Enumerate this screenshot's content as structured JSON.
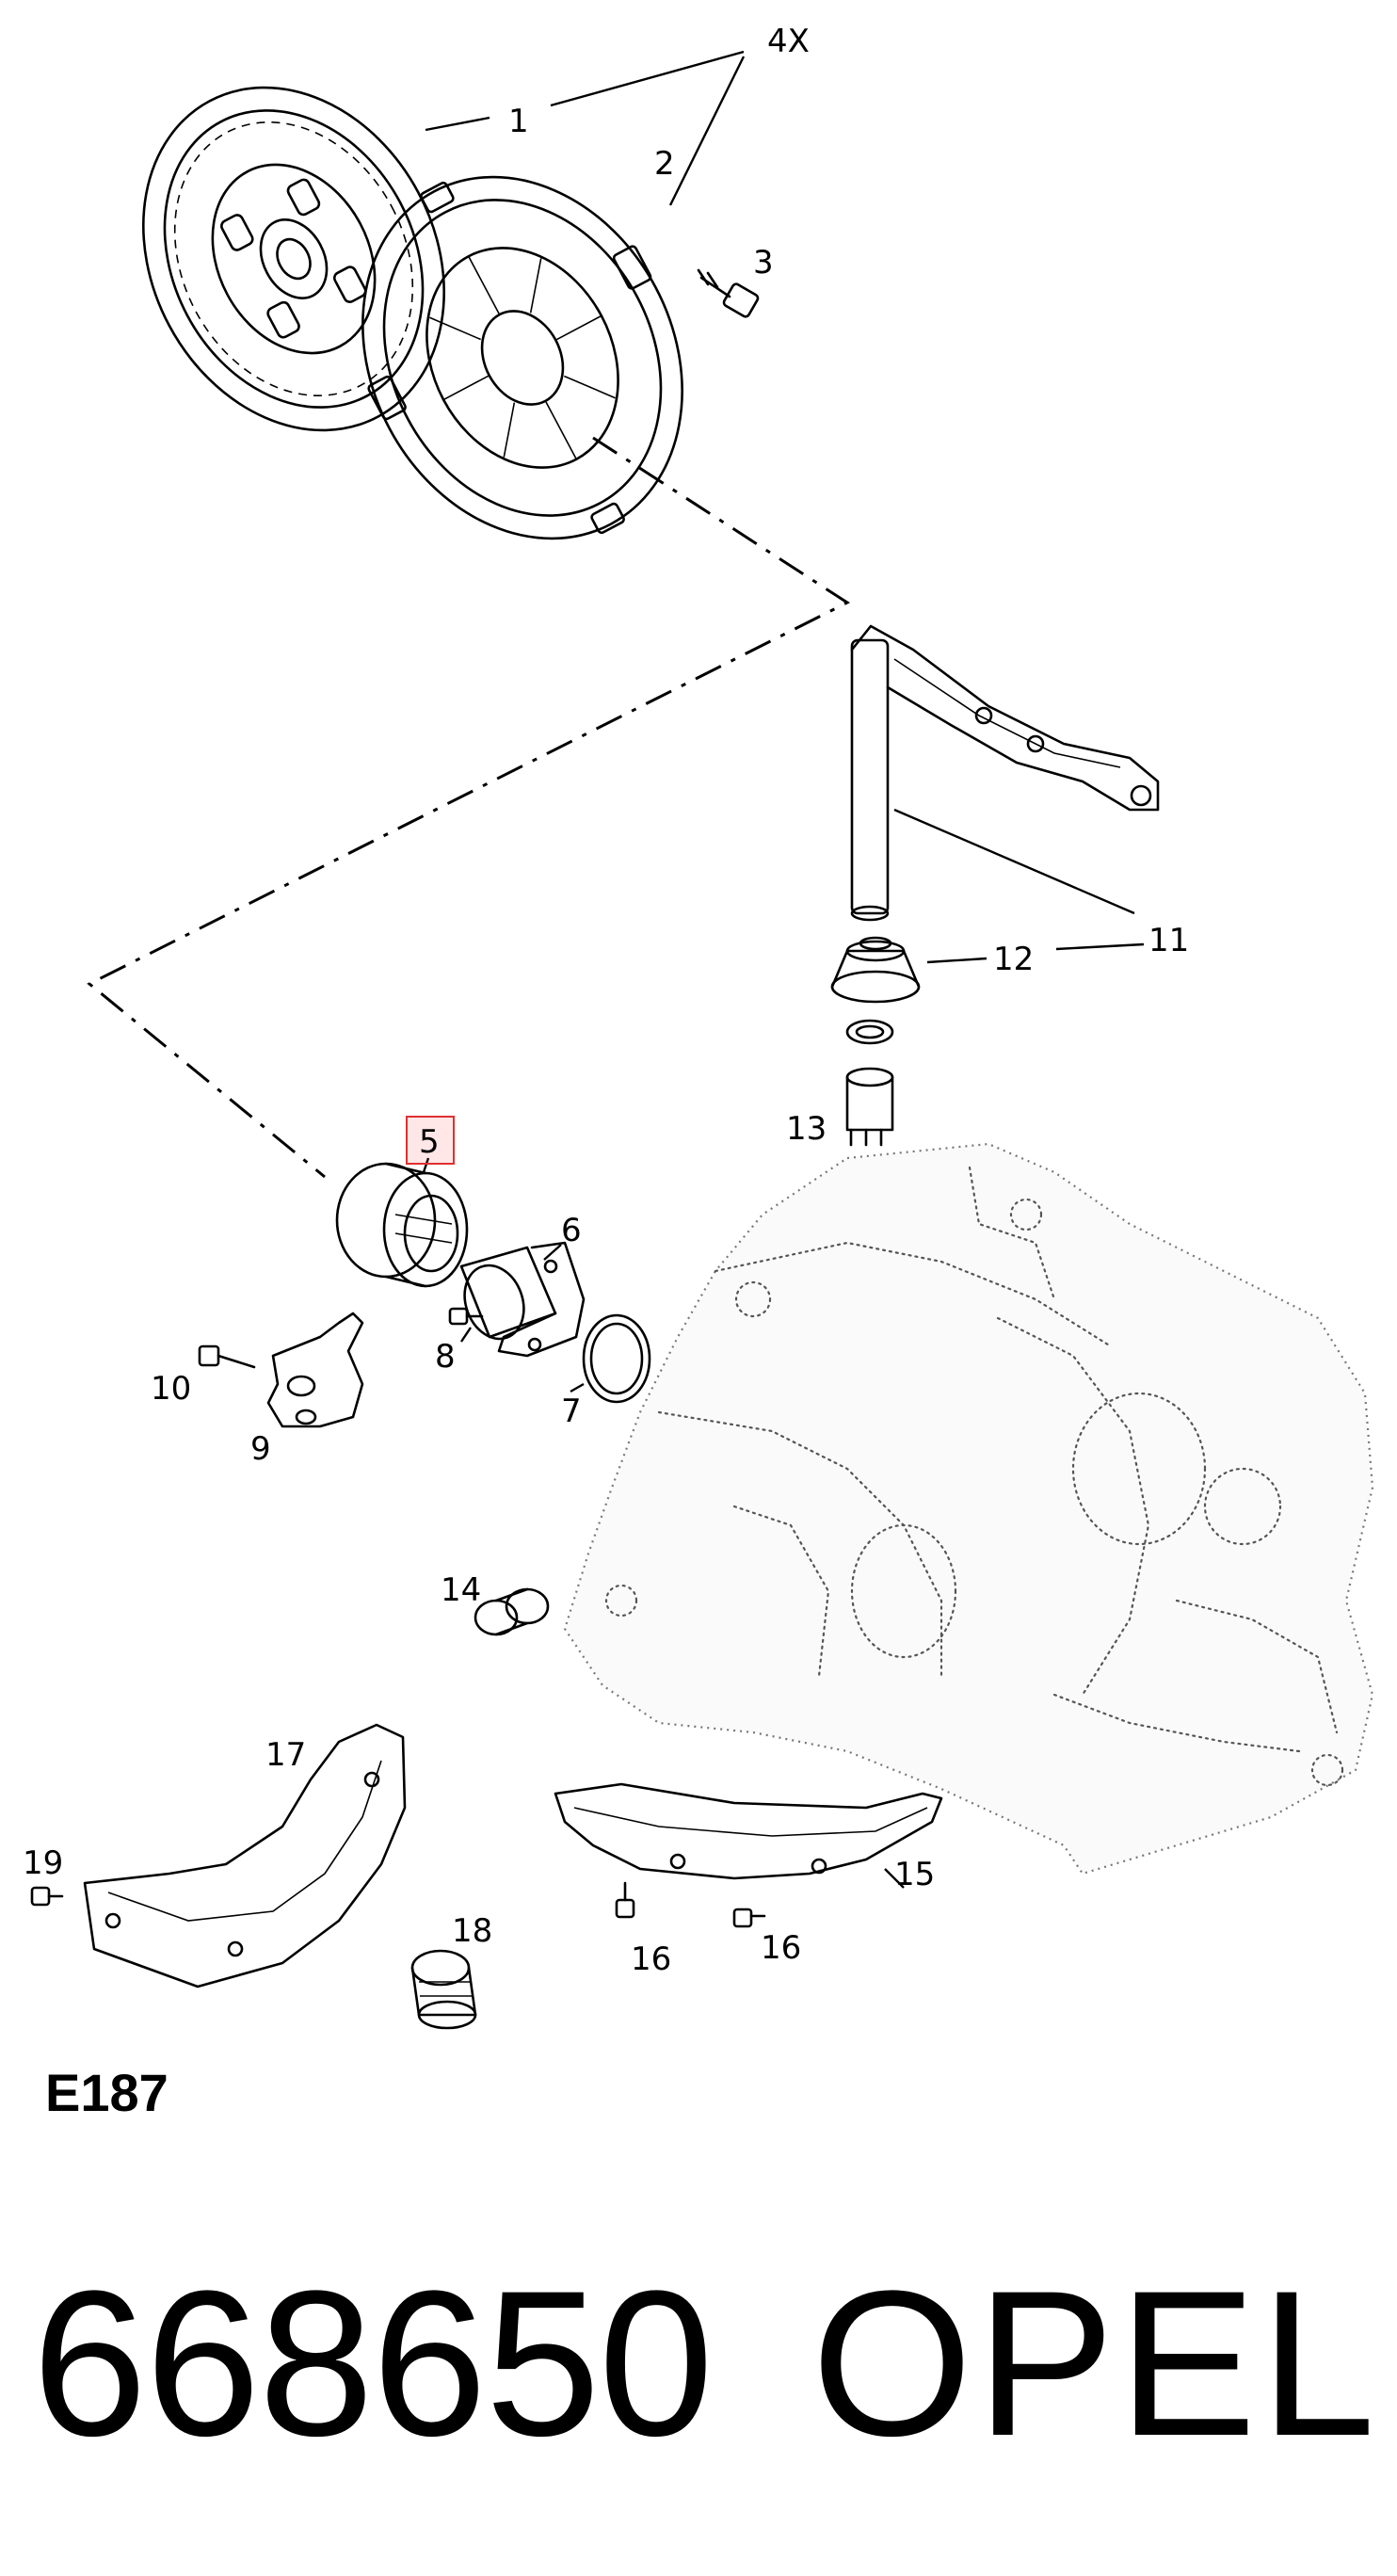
{
  "diagram": {
    "code": "E187",
    "quantity_note": "4X",
    "highlight_color": "#e03030",
    "callouts": [
      "1",
      "2",
      "3",
      "5",
      "6",
      "7",
      "8",
      "9",
      "10",
      "11",
      "12",
      "13",
      "14",
      "15",
      "16",
      "16",
      "17",
      "18",
      "19"
    ]
  },
  "footer": {
    "part_number": "668650",
    "brand": "OPEL"
  }
}
